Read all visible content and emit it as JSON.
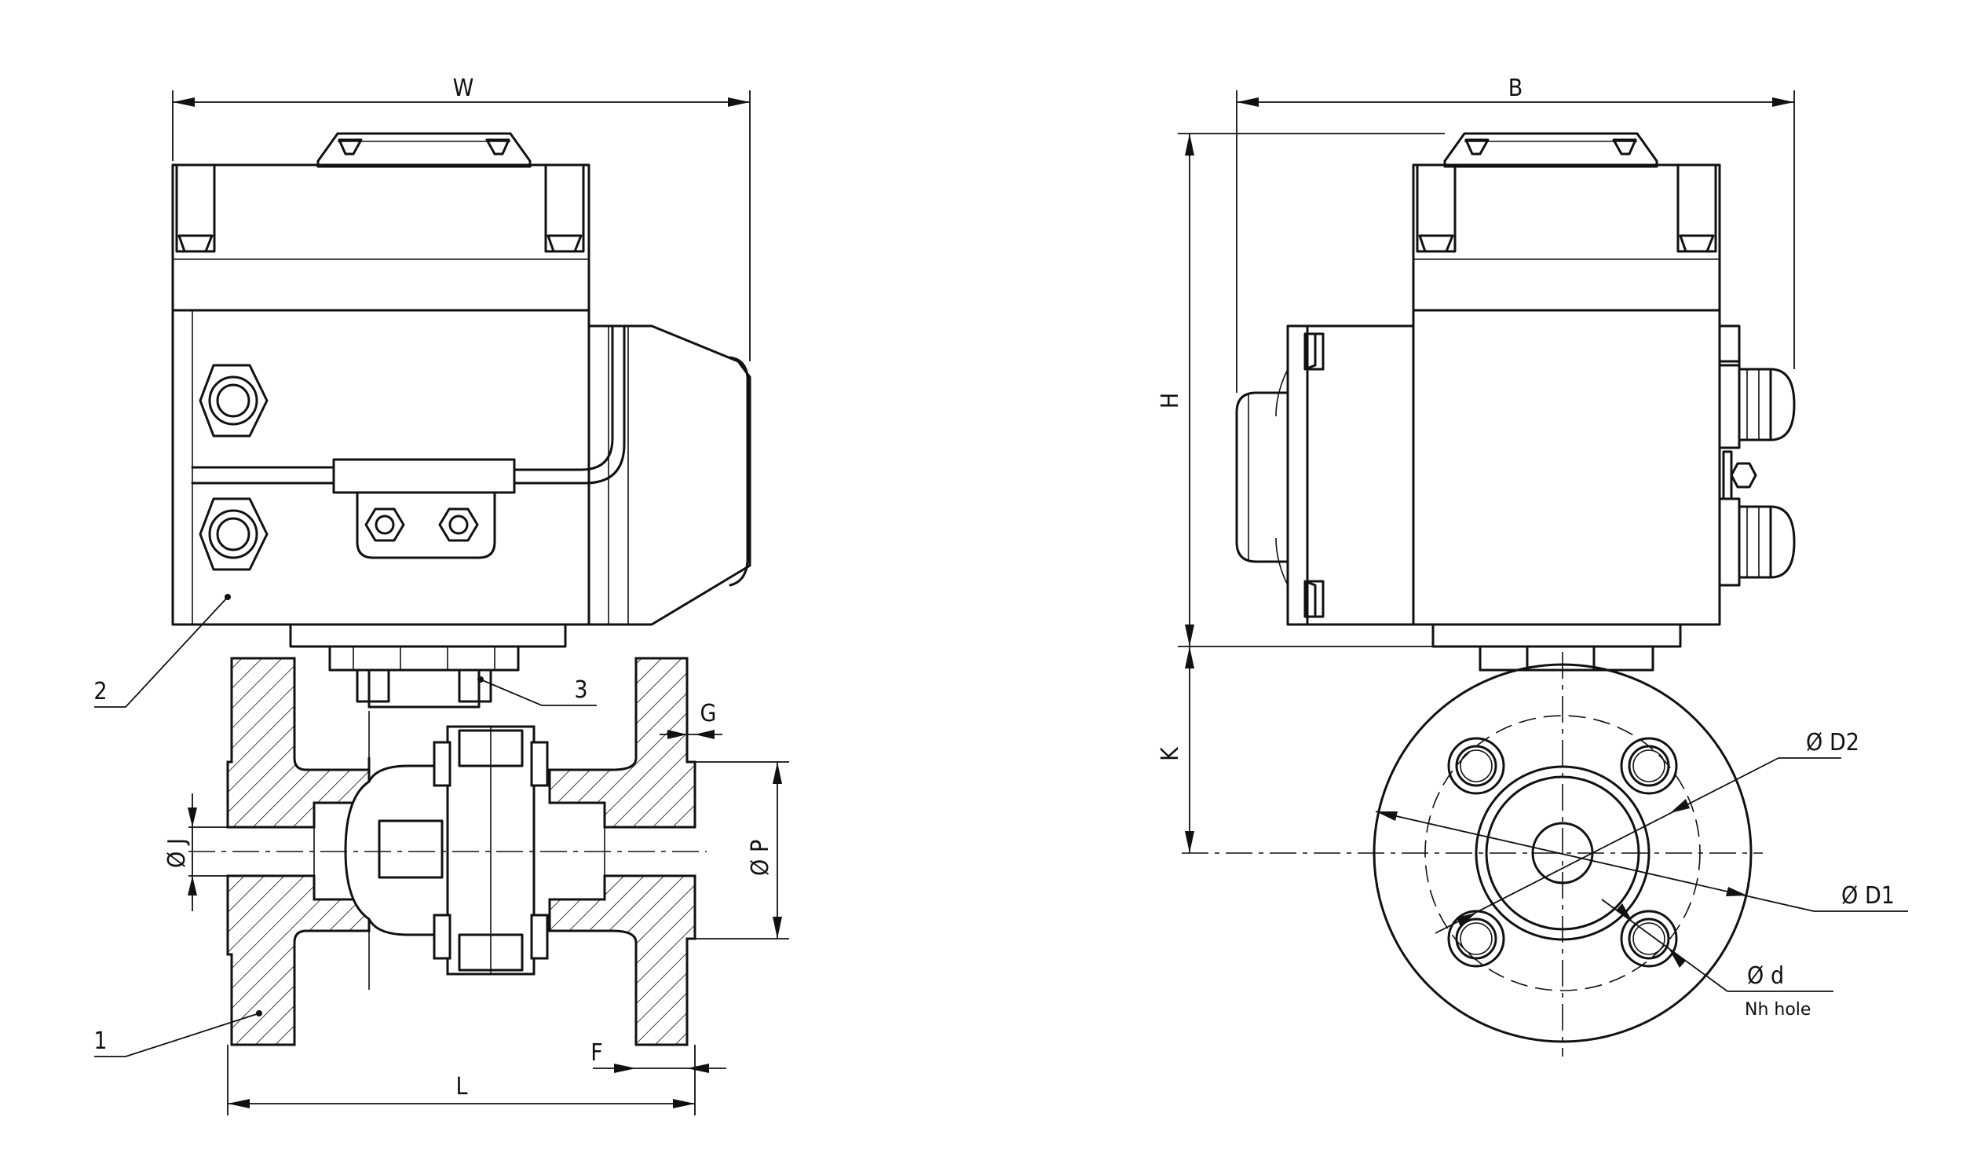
{
  "labels": {
    "width": "W",
    "length": "L",
    "bore": "J",
    "flange_dia": "P",
    "flange_thk": "F",
    "raised_face": "G",
    "body_width": "B",
    "height_actuator": "H",
    "height_valve": "K",
    "bolt_circle": "D1",
    "flange_outer": "D2",
    "bolt_hole": "d",
    "bolt_count": "Nh hole"
  },
  "callouts": {
    "item1": "1",
    "item2": "2",
    "item3": "3"
  },
  "symbols": {
    "diameter": "Ø"
  },
  "icons": {
    "left_view": "valve-front-view-icon",
    "right_view": "valve-side-view-icon"
  }
}
